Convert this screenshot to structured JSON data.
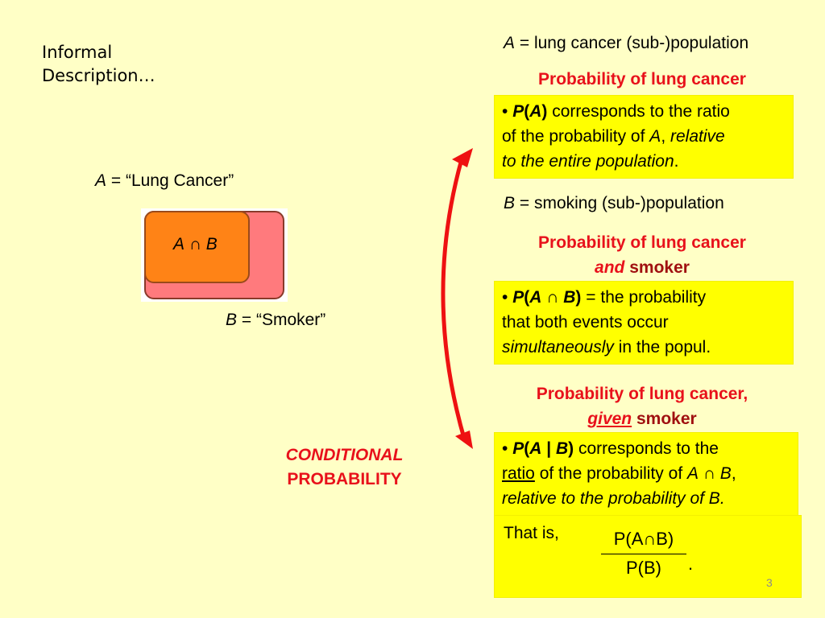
{
  "intro": {
    "line1": "Informal",
    "line2": "Description…"
  },
  "venn": {
    "a_letter": "A",
    "a_label": "= “Lung Cancer”",
    "b_letter": "B",
    "b_label": "= “Smoker”",
    "intersection_a": "A",
    "intersection_symbol": "∩",
    "intersection_b": "B",
    "colors": {
      "a_fill": "#ff8316",
      "b_fill": "#ff7a7d",
      "border": "#8a3a2a"
    }
  },
  "conditional": {
    "line1": "CONDITIONAL",
    "line2": "PROBABILITY"
  },
  "sectionA": {
    "title_letter": "A",
    "title_text": "= lung cancer (sub-)population",
    "heading": "Probability of lung cancer",
    "box": {
      "bullet": "•",
      "p": "P",
      "open": "(",
      "a": "A",
      "close": ")",
      "t1": "corresponds to the ratio",
      "t2": "of the probability of",
      "a2": "A",
      "comma": ",",
      "relative": "relative",
      "entire": "to the entire population",
      "period": "."
    }
  },
  "sectionB": {
    "title_letter": "B",
    "title_text": "= smoking (sub-)population",
    "heading_line1": "Probability of lung cancer",
    "heading_and": "and",
    "heading_smoker": "smoker",
    "box": {
      "bullet": "•",
      "p": "P",
      "open": "(",
      "a": "A",
      "cap": "∩",
      "b": "B",
      "close": ")",
      "t1": "= the probability",
      "t2": "that both events occur",
      "simul": "simultaneously",
      "t3": "in the popul."
    }
  },
  "sectionC": {
    "heading_line1": "Probability of lung cancer,",
    "heading_given": "given",
    "heading_smoker": "smoker",
    "box": {
      "bullet": "•",
      "p": "P",
      "open": "(",
      "a": "A",
      "bar": "|",
      "b": "B",
      "close": ")",
      "t1": "corresponds to the",
      "ratio": "ratio",
      "t2": "of the probability of",
      "a2": "A",
      "cap": "∩",
      "b2": "B",
      "comma": ",",
      "t3": "relative to the probability of B."
    },
    "formula": {
      "that_is": "That is,",
      "numerator": "P(A∩B)",
      "denominator": "P(B)",
      "period": "."
    }
  },
  "page_number": "3"
}
